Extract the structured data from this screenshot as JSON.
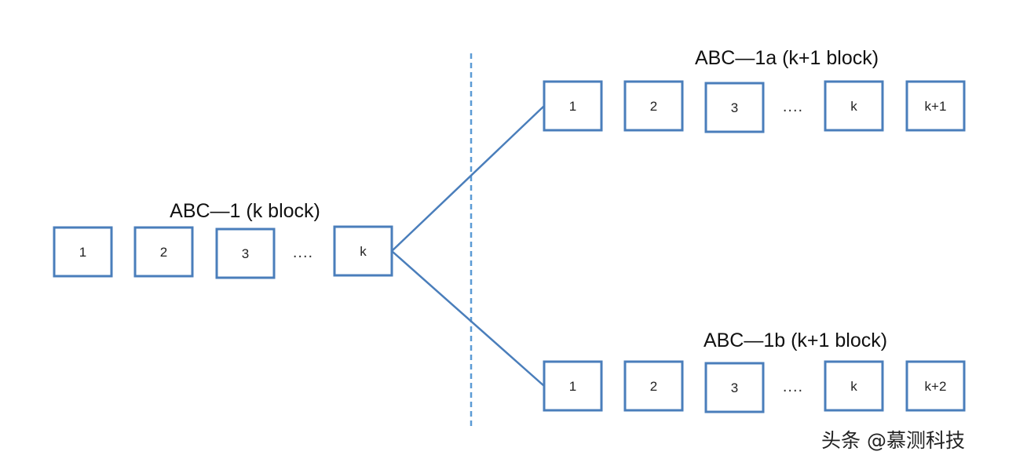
{
  "chains": {
    "parent": {
      "title": "ABC—1 (k block)",
      "blocks": [
        "1",
        "2",
        "3",
        "k"
      ],
      "ellipsis": "...."
    },
    "fork_a": {
      "title": "ABC—1a (k+1 block)",
      "blocks": [
        "1",
        "2",
        "3",
        "k",
        "k+1"
      ],
      "ellipsis": "...."
    },
    "fork_b": {
      "title": "ABC—1b (k+1 block)",
      "blocks": [
        "1",
        "2",
        "3",
        "k",
        "k+2"
      ],
      "ellipsis": "...."
    }
  },
  "watermark": "头条 @慕测科技",
  "colors": {
    "block_border": "#4a7ebb",
    "divider": "#5b9bd5"
  }
}
